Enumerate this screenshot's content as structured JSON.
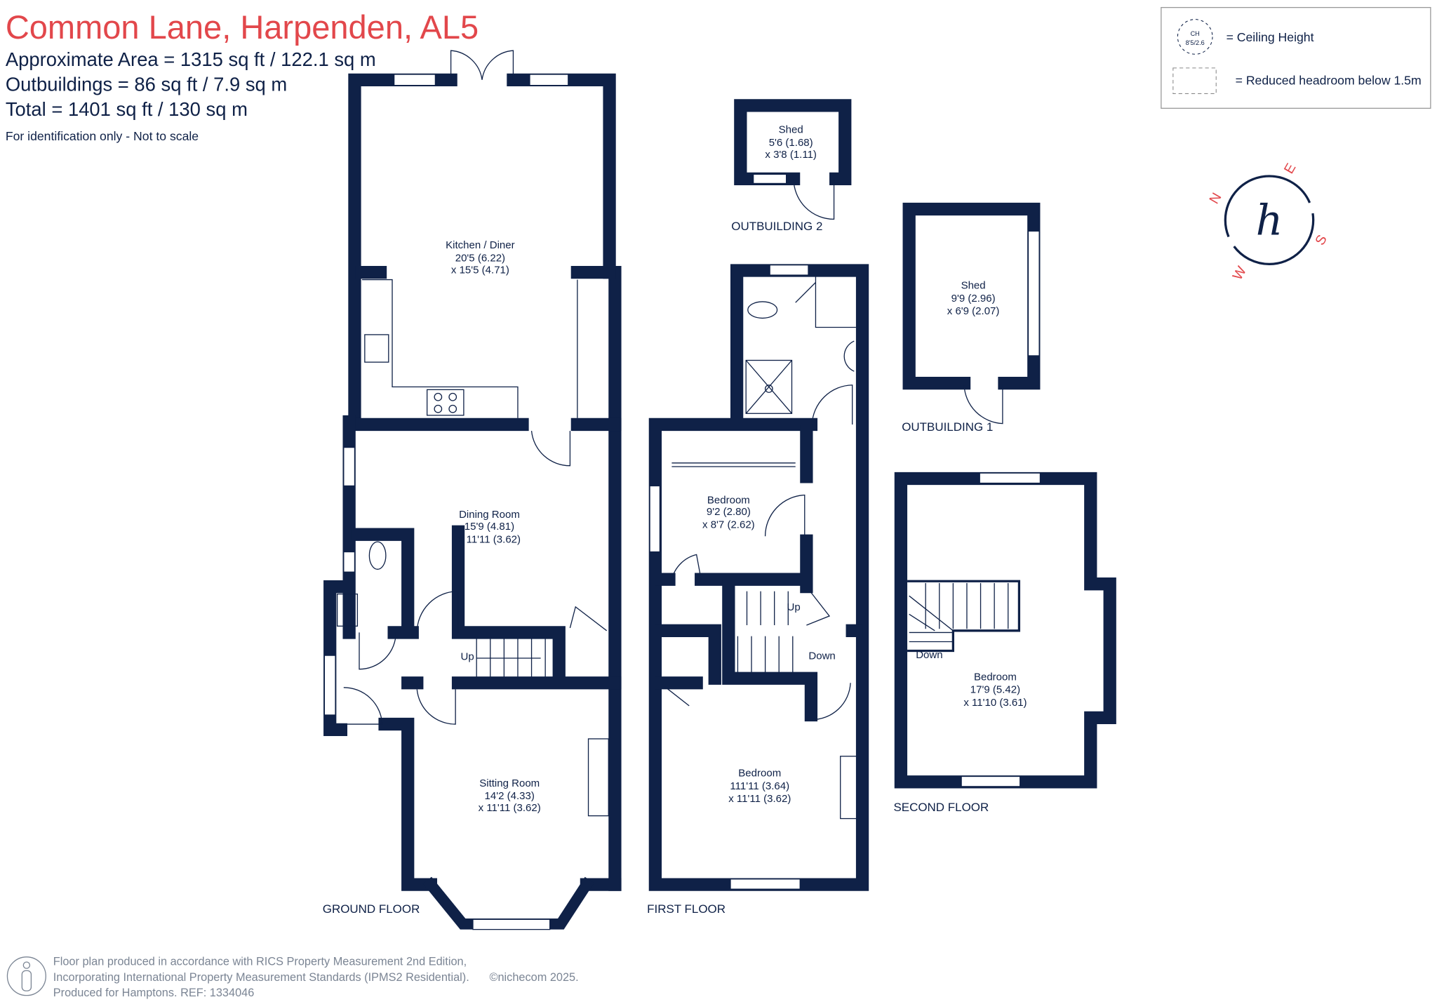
{
  "header": {
    "title": "Common Lane, Harpenden, AL5",
    "areas": [
      "Approximate Area = 1315 sq ft / 122.1 sq m",
      "Outbuildings = 86 sq ft / 7.9 sq m",
      "Total = 1401 sq ft / 130 sq m"
    ],
    "note": "For identification only - Not to scale"
  },
  "legend": {
    "ch_symbol_top": "CH",
    "ch_symbol_bottom": "8'5/2.6",
    "ceiling_height": "= Ceiling Height",
    "reduced_headroom": "= Reduced headroom below 1.5m"
  },
  "compass": {
    "n": "N",
    "e": "E",
    "s": "S",
    "w": "W",
    "logo": "h"
  },
  "floors": {
    "ground": "GROUND FLOOR",
    "first": "FIRST FLOOR",
    "second": "SECOND FLOOR",
    "outbuilding1": "OUTBUILDING 1",
    "outbuilding2": "OUTBUILDING 2"
  },
  "rooms": {
    "kitchen": [
      "Kitchen / Diner",
      "20'5 (6.22)",
      "x 15'5 (4.71)"
    ],
    "dining": [
      "Dining Room",
      "15'9 (4.81)",
      "x 11'11 (3.62)"
    ],
    "sitting": [
      "Sitting Room",
      "14'2 (4.33)",
      "x 11'11 (3.62)"
    ],
    "bed_small": [
      "Bedroom",
      "9'2 (2.80)",
      "x 8'7 (2.62)"
    ],
    "bed_first": [
      "Bedroom",
      "111'11 (3.64)",
      "x 11'11 (3.62)"
    ],
    "bed_second": [
      "Bedroom",
      "17'9 (5.42)",
      "x 11'10 (3.61)"
    ],
    "shed1": [
      "Shed",
      "9'9 (2.96)",
      "x 6'9 (2.07)"
    ],
    "shed2": [
      "Shed",
      "5'6 (1.68)",
      "x 3'8 (1.11)"
    ]
  },
  "stairs": {
    "up_ground": "Up",
    "up_first": "Up",
    "down_first": "Down",
    "down_second": "Down"
  },
  "footer": {
    "lines": [
      "Floor plan produced in accordance with RICS Property Measurement 2nd Edition,",
      "Incorporating International Property Measurement Standards (IPMS2 Residential).",
      "Produced for Hamptons.   REF:  1334046"
    ],
    "copyright": "©nichecom 2025."
  }
}
